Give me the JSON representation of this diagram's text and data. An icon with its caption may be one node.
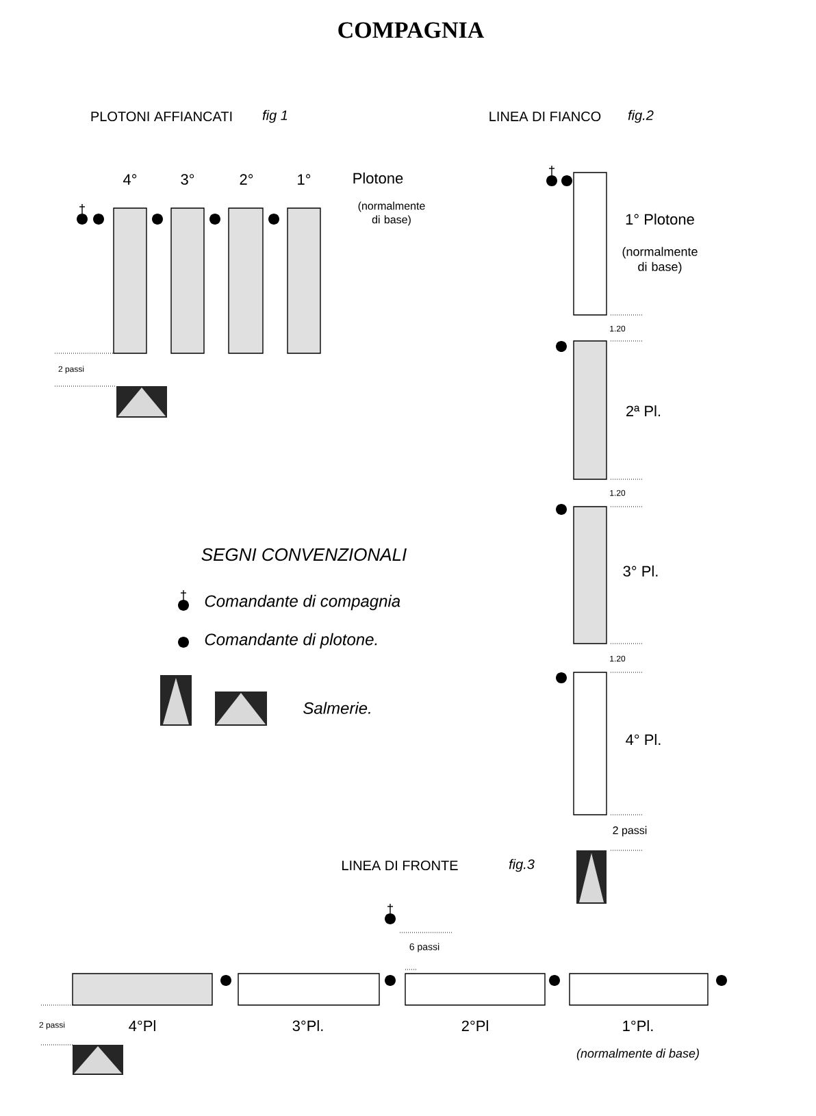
{
  "diagram": {
    "title": "COMPAGNIA",
    "nodes": [
      {
        "text": [],
        "shape": "box",
        "beside": [
          "4°"
        ]
      },
      {
        "text": [],
        "shape": "box",
        "beside": [
          "3°"
        ]
      },
      {
        "text": [],
        "shape": "box",
        "beside": [
          "2°"
        ]
      },
      {
        "text": [],
        "shape": "box",
        "beside": [
          "1°"
        ]
      },
      {
        "text": [],
        "shape": "box",
        "beside": [
          "1° Plotone",
          "(normalmente di base)"
        ]
      },
      {
        "text": [],
        "shape": "box",
        "beside": [
          "2ª Pl."
        ]
      },
      {
        "text": [],
        "shape": "box",
        "beside": [
          "3° Pl."
        ]
      },
      {
        "text": [],
        "shape": "box",
        "beside": [
          "4° Pl."
        ]
      },
      {
        "text": [],
        "shape": "box",
        "beside": [
          "4°Pl"
        ]
      },
      {
        "text": [],
        "shape": "box",
        "beside": [
          "3°Pl."
        ]
      },
      {
        "text": [],
        "shape": "box",
        "beside": [
          "2°Pl"
        ]
      },
      {
        "text": [],
        "shape": "box",
        "beside": [
          "1°Pl.",
          "(normalmente di base)"
        ]
      }
    ],
    "labels": [
      "PLOTONI AFFIANCATI",
      "fig 1",
      "LINEA DI FIANCO",
      "fig.2",
      "Plotone",
      "(normalmente di base)",
      "2 passi",
      "1.20",
      "1.20",
      "1.20",
      "SEGNI CONVENZIONALI",
      "2 passi",
      "LINEA DI FRONTE",
      "fig.3",
      "6 passi",
      "2 passi"
    ],
    "legend": [
      {
        "text": "Comandante di compagnia"
      },
      {
        "text": "Comandante di plotone."
      },
      {
        "text": "Salmerie."
      }
    ]
  }
}
